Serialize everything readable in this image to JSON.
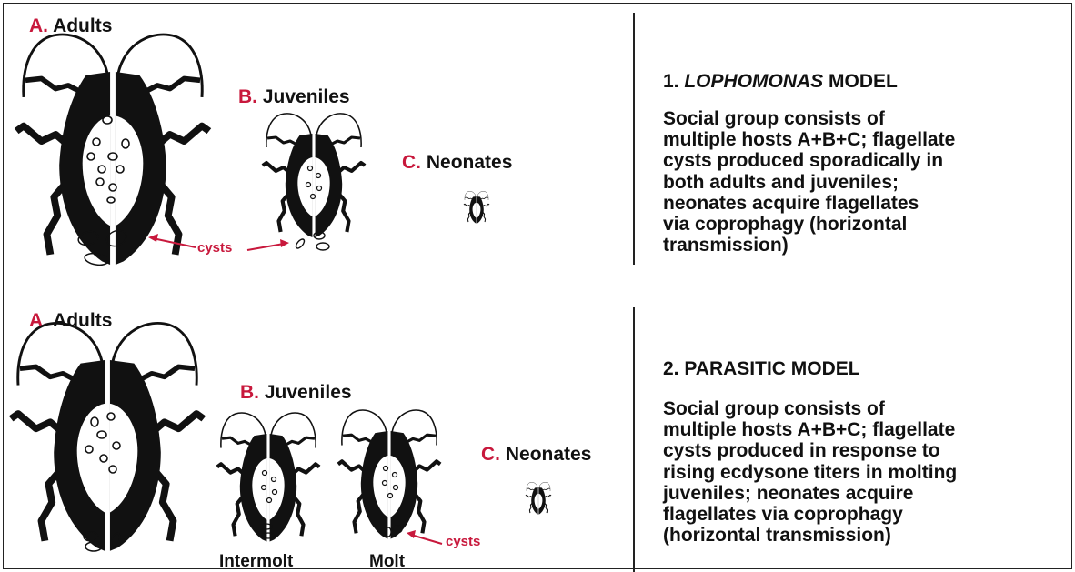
{
  "top": {
    "adults": {
      "letter": "A.",
      "label": "Adults"
    },
    "juveniles": {
      "letter": "B.",
      "label": "Juveniles"
    },
    "neonates": {
      "letter": "C.",
      "label": "Neonates"
    },
    "cysts_label": "cysts",
    "model_number": "1.",
    "model_name": "LOPHOMONAS",
    "model_word": "MODEL",
    "description_lines": [
      "Social group consists of",
      "multiple hosts A+B+C; flagellate",
      "cysts produced sporadically in",
      "both adults and juveniles;",
      "neonates acquire flagellates",
      "via coprophagy (horizontal",
      "transmission)"
    ]
  },
  "bottom": {
    "adults": {
      "letter": "A.",
      "label": "Adults"
    },
    "juveniles": {
      "letter": "B.",
      "label": "Juveniles"
    },
    "neonates": {
      "letter": "C.",
      "label": "Neonates"
    },
    "cysts_label": "cysts",
    "intermolt_label": "Intermolt",
    "molt_label": "Molt",
    "model_title": "2. PARASITIC MODEL",
    "description_lines": [
      "Social group consists of",
      "multiple hosts A+B+C; flagellate",
      "cysts produced in response to",
      "rising ecdysone titers in molting",
      "juveniles; neonates acquire",
      "flagellates via coprophagy",
      "(horizontal transmission)"
    ]
  },
  "colors": {
    "accent_red": "#c8183c",
    "ink": "#111111"
  }
}
